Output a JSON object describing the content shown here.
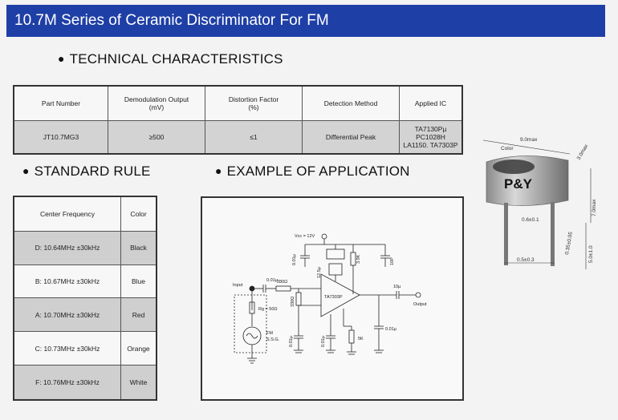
{
  "banner": {
    "title": "10.7M Series of Ceramic Discriminator For FM"
  },
  "sections": {
    "technical": "TECHNICAL CHARACTERISTICS",
    "standard": "STANDARD RULE",
    "example": "EXAMPLE OF APPLICATION"
  },
  "technical_table": {
    "headers": [
      {
        "label": "Part Number",
        "sub": ""
      },
      {
        "label": "Demodulation Output",
        "sub": "(mV)"
      },
      {
        "label": "Distortion Factor",
        "sub": "(%)"
      },
      {
        "label": "Detection Method",
        "sub": ""
      },
      {
        "label": "Applied IC",
        "sub": ""
      }
    ],
    "row": {
      "part_number": "JT10.7MG3",
      "output": "≥500",
      "distortion": "≤1",
      "method": "Differential Peak",
      "ic_line1": "TA7130Pµ PC1028H",
      "ic_line2": "LA1150. TA7303P"
    }
  },
  "standard_table": {
    "headers": [
      "Center Frequency",
      "Color"
    ],
    "rows": [
      {
        "freq": "D: 10.64MHz ±30kHz",
        "color": "Black"
      },
      {
        "freq": "B: 10.67MHz ±30kHz",
        "color": "Blue"
      },
      {
        "freq": "A: 10.70MHz ±30kHz",
        "color": "Red"
      },
      {
        "freq": "C: 10.73MHz ±30kHz",
        "color": "Orange"
      },
      {
        "freq": "F: 10.76MHz ±30kHz",
        "color": "White"
      }
    ]
  },
  "circuit": {
    "vcc": "Vcc = 12V",
    "input": "Input",
    "output": "Output",
    "ic": "TA7303P",
    "c_in": "0.01µ",
    "r_in": "280Ω",
    "rg": "Rg = 50Ω",
    "fm": "FM",
    "ssg": "S.S.G.",
    "c_top": "0.01µ",
    "r_top": "3.9K",
    "c_top2": "10P",
    "r_mid": "330Ω",
    "c_out": "10µ",
    "c_bot1": "0.01µ",
    "c_bot2": "0.01µ",
    "r_bot": "5K",
    "c_bot3": "0.01µ",
    "l_label": "12.5µ"
  },
  "component": {
    "brand": "P&Y",
    "color_label": "Color",
    "dim_width": "9.0max",
    "dim_depth": "3.0max",
    "dim_height": "7.0max",
    "dim_pin": "0.6±0.1",
    "dim_pitch": "0.5±0.3",
    "dim_lead1": "0.35±0.05",
    "dim_lead2": "5.0±1.0"
  }
}
